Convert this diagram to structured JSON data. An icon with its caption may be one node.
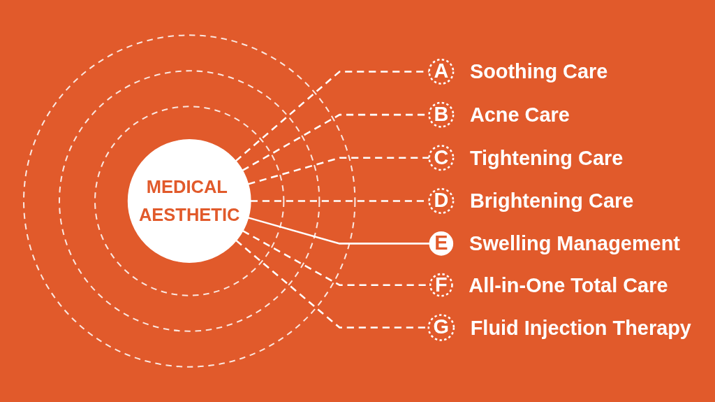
{
  "diagram": {
    "nodes": [
      {
        "text": [
          "MEDICAL AESTHETIC"
        ]
      },
      {
        "text": [
          "A"
        ],
        "beside": [
          "Soothing Care"
        ]
      },
      {
        "text": [
          "B"
        ],
        "beside": [
          "Acne Care"
        ]
      },
      {
        "text": [
          "C"
        ],
        "beside": [
          "Tightening Care"
        ]
      },
      {
        "text": [
          "D"
        ],
        "beside": [
          "Brightening Care"
        ]
      },
      {
        "text": [
          "E"
        ],
        "beside": [
          "Swelling Management"
        ]
      },
      {
        "text": [
          "F"
        ],
        "beside": [
          "All-in-One Total Care"
        ]
      },
      {
        "text": [
          "G"
        ],
        "beside": [
          "Fluid Injection Therapy"
        ]
      }
    ],
    "edges": [
      {
        "from": 0,
        "to": 1,
        "arrow": "none",
        "style": "dashed"
      },
      {
        "from": 0,
        "to": 2,
        "arrow": "none",
        "style": "dashed"
      },
      {
        "from": 0,
        "to": 3,
        "arrow": "none",
        "style": "dashed"
      },
      {
        "from": 0,
        "to": 4,
        "arrow": "none",
        "style": "dashed"
      },
      {
        "from": 0,
        "to": 5,
        "arrow": "none"
      },
      {
        "from": 0,
        "to": 6,
        "arrow": "none",
        "style": "dashed"
      },
      {
        "from": 0,
        "to": 7,
        "arrow": "none",
        "style": "dashed"
      }
    ]
  }
}
